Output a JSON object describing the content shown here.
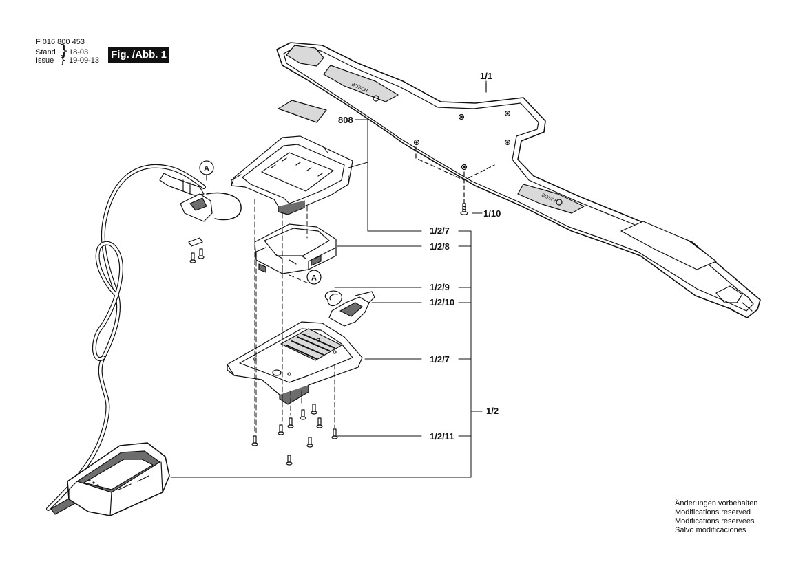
{
  "header": {
    "part_number": "F 016 800 453",
    "stand_label": "Stand",
    "issue_label": "Issue",
    "stand_value": "18-03",
    "issue_value": "19-09-13",
    "figure_label": "Fig. /Abb. 1"
  },
  "callouts": {
    "c808": "808",
    "c1_1": "1/1",
    "c1_10": "1/10",
    "c1_2_7_top": "1/2/7",
    "c1_2_8": "1/2/8",
    "c1_2_9": "1/2/9",
    "c1_2_10": "1/2/10",
    "c1_2_7_bottom": "1/2/7",
    "c1_2": "1/2",
    "c1_2_11": "1/2/11",
    "marker_a": "A"
  },
  "notes": [
    "Änderungen vorbehalten",
    "Modifications reserved",
    "Modifications reservees",
    "Salvo modificaciones"
  ],
  "colors": {
    "line": "#111111",
    "paper": "#ffffff",
    "shade": "#6d6d6d",
    "light_shade": "#d9d9d9"
  }
}
